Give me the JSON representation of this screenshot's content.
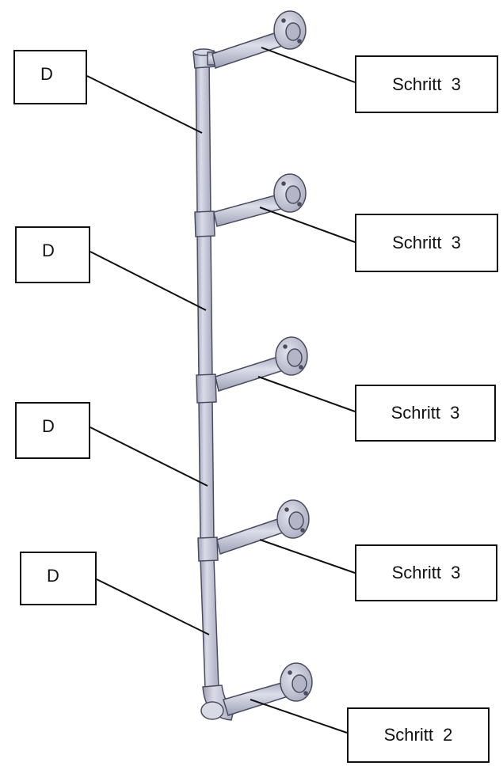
{
  "labels": {
    "left": [
      "D",
      "D",
      "D",
      "D"
    ],
    "right": [
      "Schritt  3",
      "Schritt  3",
      "Schritt  3",
      "Schritt  3",
      "Schritt  2"
    ]
  },
  "colors": {
    "pipe_fill": "#c5c7d8",
    "pipe_stroke": "#4a4c60",
    "flange_fill": "#c0c2d2",
    "leader_line": "#111111"
  }
}
